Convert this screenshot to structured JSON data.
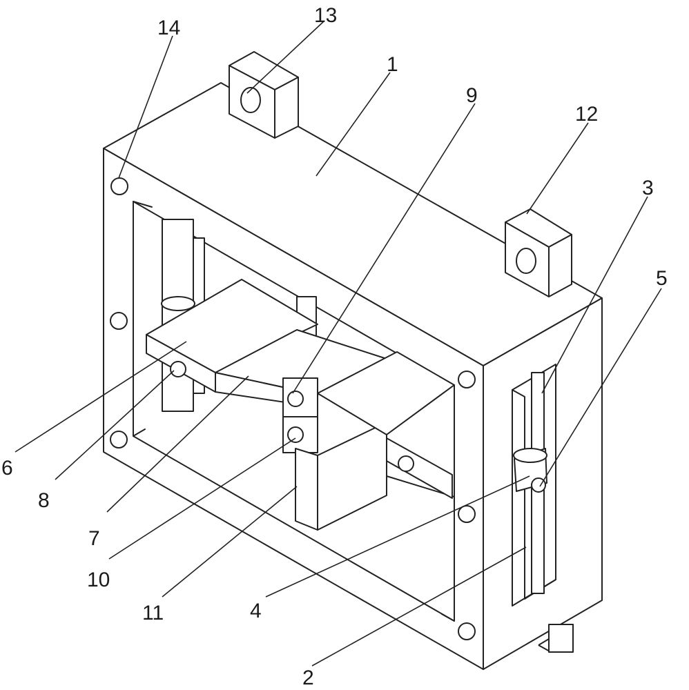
{
  "labels": {
    "l1": "1",
    "l2": "2",
    "l3": "3",
    "l4": "4",
    "l5": "5",
    "l6": "6",
    "l7": "7",
    "l8": "8",
    "l9": "9",
    "l10": "10",
    "l11": "11",
    "l12": "12",
    "l13": "13",
    "l14": "14"
  },
  "colors": {
    "stroke": "#222222",
    "background": "#ffffff"
  }
}
